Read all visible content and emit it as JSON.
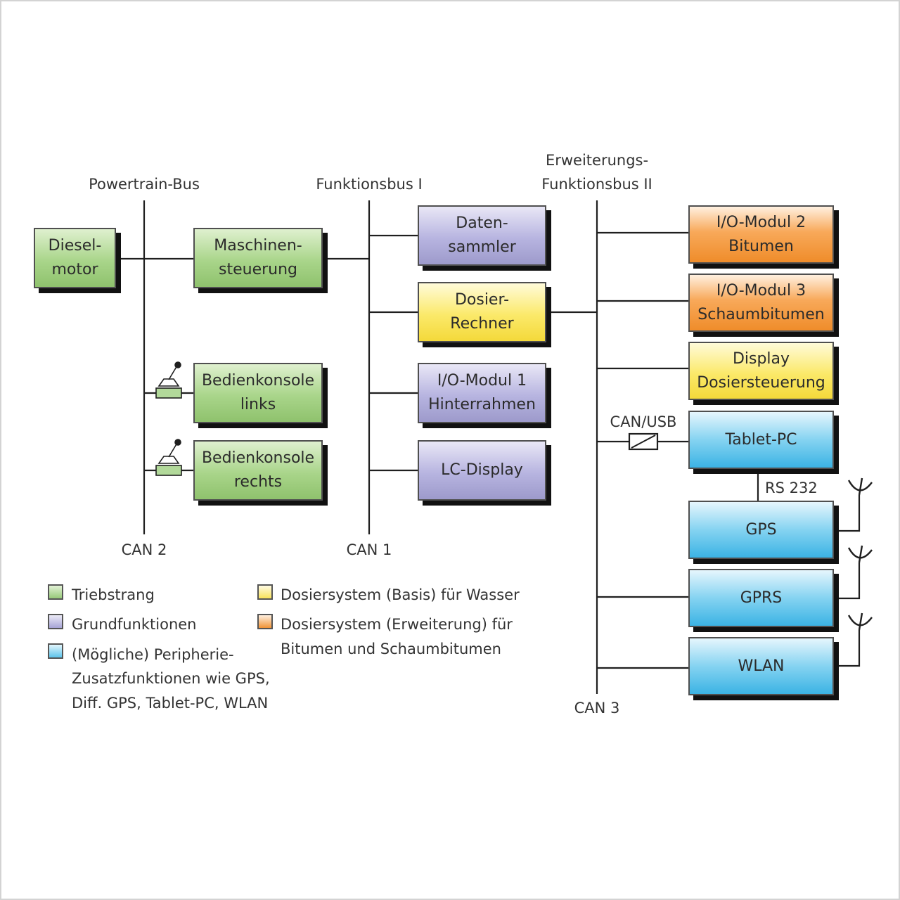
{
  "buses": {
    "powertrain": "Powertrain-Bus",
    "funktion1": "Funktionsbus I",
    "erweiterung_line1": "Erweiterungs-",
    "erweiterung_line2": "Funktionsbus II",
    "can2": "CAN 2",
    "can1": "CAN 1",
    "can3": "CAN 3"
  },
  "boxes": {
    "diesel": [
      "Diesel-",
      "motor"
    ],
    "maschinen": [
      "Maschinen-",
      "steuerung"
    ],
    "bedien_links": [
      "Bedienkonsole",
      "links"
    ],
    "bedien_rechts": [
      "Bedienkonsole",
      "rechts"
    ],
    "datensammler": [
      "Daten-",
      "sammler"
    ],
    "dosier": [
      "Dosier-",
      "Rechner"
    ],
    "io1": [
      "I/O-Modul 1",
      "Hinterrahmen"
    ],
    "lc": [
      "LC-Display"
    ],
    "io2": [
      "I/O-Modul 2",
      "Bitumen"
    ],
    "io3": [
      "I/O-Modul 3",
      "Schaumbitumen"
    ],
    "display": [
      "Display",
      "Dosiersteuerung"
    ],
    "tablet": [
      "Tablet-PC"
    ],
    "gps": [
      "GPS"
    ],
    "gprs": [
      "GPRS"
    ],
    "wlan": [
      "WLAN"
    ]
  },
  "connectors": {
    "can_usb": "CAN/USB",
    "rs232": "RS 232"
  },
  "legend": {
    "triebstrang": "Triebstrang",
    "grund": "Grundfunktionen",
    "peripherie": [
      "(Mögliche) Peripherie-",
      "Zusatzfunktionen wie GPS,",
      "Diff. GPS, Tablet-PC, WLAN"
    ],
    "dosier_basis": "Dosiersystem (Basis) für Wasser",
    "dosier_erw": [
      "Dosiersystem (Erweiterung) für",
      "Bitumen und Schaumbitumen"
    ]
  },
  "colors": {
    "triebstrang": "#a9d58a",
    "grundfunktionen": "#b7b4e0",
    "peripherie": "#3bb3e4",
    "dosier_basis": "#fbe96a",
    "dosier_erweiterung": "#f8a95a"
  }
}
